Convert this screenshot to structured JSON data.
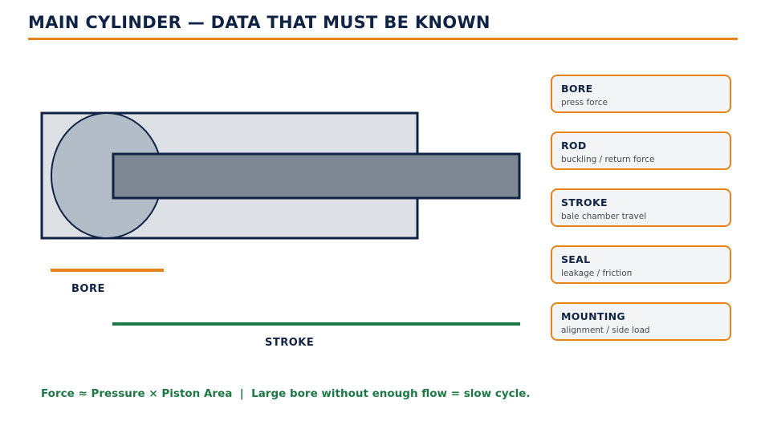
{
  "title": "MAIN CYLINDER — DATA THAT MUST BE KNOWN",
  "colors": {
    "title": "#0f2344",
    "accent_orange": "#e6841a",
    "accent_green": "#1e7846",
    "barrel_fill": "#dde1e6",
    "piston_fill": "#b3bdc8",
    "rod_fill": "#7d8791",
    "card_fill": "#f3f4f6"
  },
  "diagram": {
    "bore_label": "BORE",
    "stroke_label": "STROKE"
  },
  "cards": [
    {
      "title": "BORE",
      "subtitle": "press force"
    },
    {
      "title": "ROD",
      "subtitle": "buckling / return force"
    },
    {
      "title": "STROKE",
      "subtitle": "bale chamber travel"
    },
    {
      "title": "SEAL",
      "subtitle": "leakage / friction"
    },
    {
      "title": "MOUNTING",
      "subtitle": "alignment / side load"
    }
  ],
  "footer": "Force ≈ Pressure × Piston Area  |  Large bore without enough flow = slow cycle."
}
